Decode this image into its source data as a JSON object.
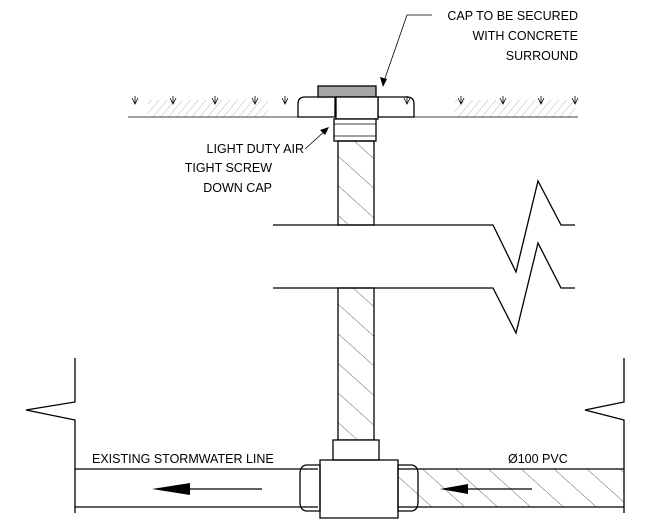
{
  "labels": {
    "cap_note_line1": "CAP TO BE SECURED",
    "cap_note_line2": "WITH CONCRETE",
    "cap_note_line3": "SURROUND",
    "screw_cap_line1": "LIGHT DUTY AIR",
    "screw_cap_line2": "TIGHT SCREW",
    "screw_cap_line3": "DOWN CAP",
    "existing_line": "EXISTING STORMWATER LINE",
    "pipe_spec": "Ø100 PVC"
  },
  "colors": {
    "ink": "#000000",
    "cap_fill": "#a6a6a6",
    "background": "#ffffff"
  }
}
